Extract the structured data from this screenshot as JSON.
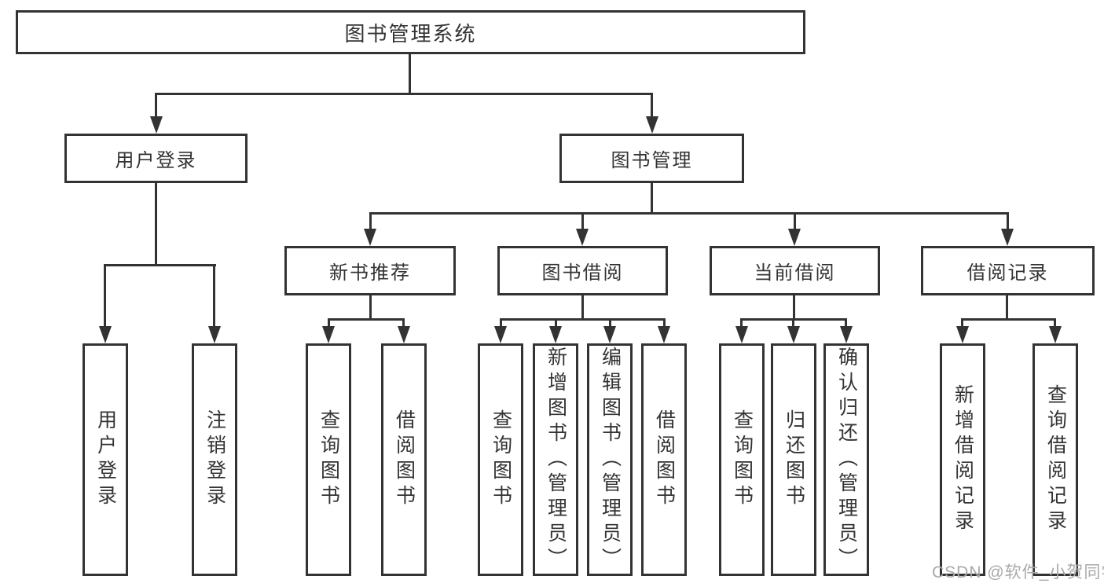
{
  "diagram": {
    "type": "hierarchy-tree",
    "root": {
      "label": "图书管理系统"
    },
    "level2": [
      {
        "id": "user-login",
        "label": "用户登录"
      },
      {
        "id": "book-management",
        "label": "图书管理"
      }
    ],
    "level3": [
      {
        "id": "new-book-recommend",
        "label": "新书推荐",
        "parent": "图书管理"
      },
      {
        "id": "book-borrowing",
        "label": "图书借阅",
        "parent": "图书管理"
      },
      {
        "id": "current-borrowing",
        "label": "当前借阅",
        "parent": "图书管理"
      },
      {
        "id": "borrowing-records",
        "label": "借阅记录",
        "parent": "图书管理"
      }
    ],
    "leaves": [
      {
        "label": "用户登录",
        "parent": "用户登录"
      },
      {
        "label": "注销登录",
        "parent": "用户登录"
      },
      {
        "label": "查询图书",
        "parent": "新书推荐"
      },
      {
        "label": "借阅图书",
        "parent": "新书推荐"
      },
      {
        "label": "查询图书",
        "parent": "图书借阅"
      },
      {
        "label": "新增图书（管理员）",
        "parent": "图书借阅"
      },
      {
        "label": "编辑图书（管理员）",
        "parent": "图书借阅"
      },
      {
        "label": "借阅图书",
        "parent": "图书借阅"
      },
      {
        "label": "查询图书",
        "parent": "当前借阅"
      },
      {
        "label": "归还图书",
        "parent": "当前借阅"
      },
      {
        "label": "确认归还（管理员）",
        "parent": "当前借阅"
      },
      {
        "label": "新增借阅记录",
        "parent": "借阅记录"
      },
      {
        "label": "查询借阅记录",
        "parent": "借阅记录"
      }
    ],
    "watermark": "CSDN @软件_小贺同学",
    "colors": {
      "line": "#333333",
      "box_border": "#333333",
      "text": "#333333",
      "watermark": "#a9a9a9",
      "background": "#ffffff"
    }
  }
}
